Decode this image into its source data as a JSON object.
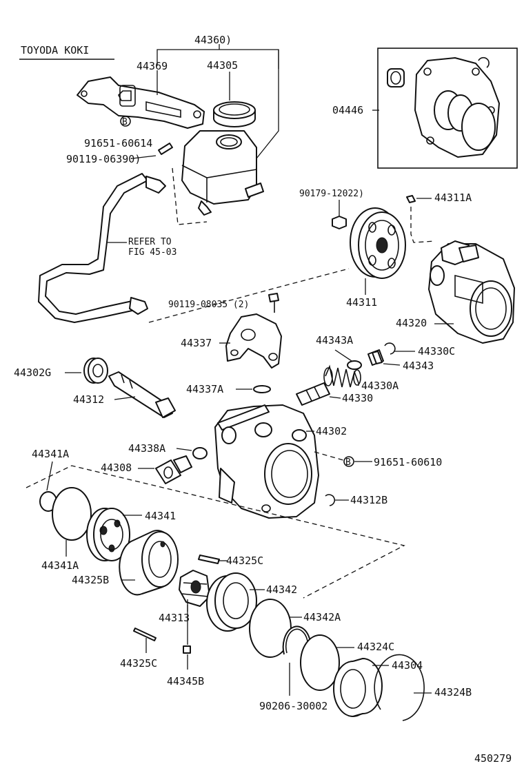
{
  "header": {
    "maker": "TOYODA KOKI"
  },
  "footer": {
    "figure_number": "450279"
  },
  "labels": {
    "p44360": "44360)",
    "p44369": "44369",
    "p44305": "44305",
    "p04446": "04446",
    "p91651_60614": "91651-60614",
    "p90119_06390": "90119-06390)",
    "bolt_mark": "B",
    "refer_line1": "REFER TO",
    "refer_line2": "FIG 45-03",
    "p90179_12022": "90179-12022)",
    "p44311A": "44311A",
    "p44311": "44311",
    "p90119_08035": "90119-08035 (2)",
    "p44320": "44320",
    "p44337": "44337",
    "p44343A": "44343A",
    "p44330C": "44330C",
    "p44343": "44343",
    "p44302G": "44302G",
    "p44330A": "44330A",
    "p44337A": "44337A",
    "p44330": "44330",
    "p44312": "44312",
    "p44302": "44302",
    "p44338A": "44338A",
    "p91651_60610": "91651-60610",
    "p44341A_top": "44341A",
    "p44308": "44308",
    "p44312B": "44312B",
    "p44341": "44341",
    "p44341A_bot": "44341A",
    "p44325C_mid": "44325C",
    "p44325B": "44325B",
    "p44342": "44342",
    "p44313": "44313",
    "p44342A": "44342A",
    "p44324C": "44324C",
    "p44304": "44304",
    "p44325C_bot": "44325C",
    "p44345B": "44345B",
    "p90206_30002": "90206-30002",
    "p44324B": "44324B"
  }
}
